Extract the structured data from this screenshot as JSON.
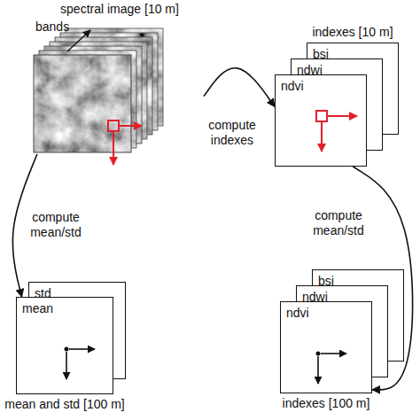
{
  "diagram": {
    "nodes": [
      {
        "text": [
          "spectral image [10 m]"
        ]
      },
      {
        "text": [
          "indexes [10 m]",
          "bsi"
        ]
      },
      {
        "text": [
          "ndwi"
        ]
      },
      {
        "text": [
          "ndvi"
        ]
      },
      {
        "text": [
          "std"
        ]
      },
      {
        "text": [
          "mean",
          "mean and std [100 m]"
        ]
      },
      {
        "text": [
          "bsi"
        ]
      },
      {
        "text": [
          "ndwi"
        ]
      },
      {
        "text": [
          "ndvi",
          "indexes [100 m]"
        ]
      }
    ],
    "edges": [
      {
        "from": 0,
        "to": 3,
        "label": "compute indexes",
        "arrow": "to"
      },
      {
        "from": 3,
        "to": 8,
        "label": "compute mean/std",
        "arrow": "to"
      },
      {
        "from": 0,
        "to": 5,
        "label": "compute mean/std",
        "arrow": "to"
      }
    ],
    "labels": [
      "bands"
    ]
  }
}
